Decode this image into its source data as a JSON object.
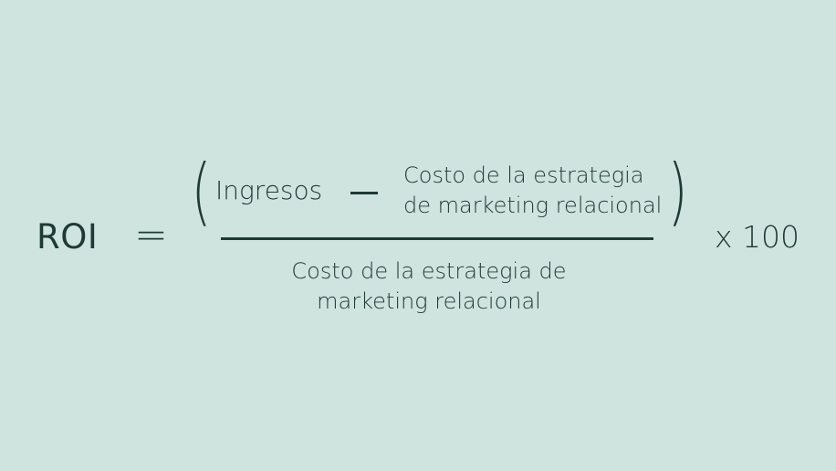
{
  "formula": {
    "lhs": "ROI",
    "equals": "=",
    "left_paren": "(",
    "right_paren": ")",
    "numerator": {
      "term1": "Ingresos",
      "operator": "minus",
      "term2_line1": "Costo de la estrategia",
      "term2_line2": "de marketing relacional"
    },
    "denominator": {
      "line1": "Costo de la estrategia de",
      "line2": "marketing relacional"
    },
    "multiplier": "x 100"
  },
  "colors": {
    "background": "#cfe3df",
    "text": "#1d3a33"
  }
}
